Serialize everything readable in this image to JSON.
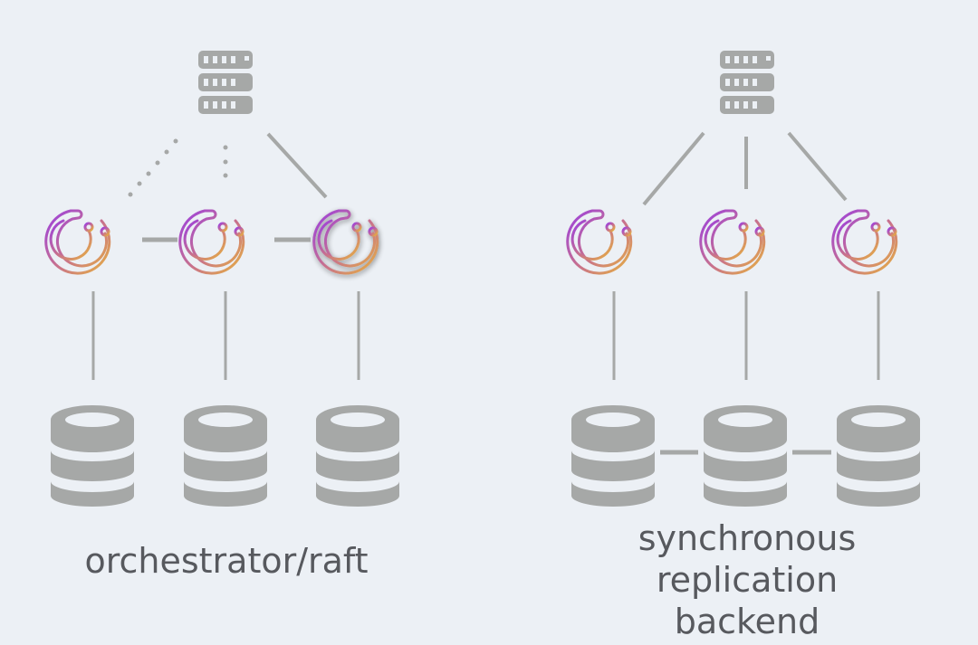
{
  "diagrams": [
    {
      "id": "left",
      "caption": "orchestrator/raft",
      "top_node": "server-rack",
      "app_nodes": [
        "orchestrator-1",
        "orchestrator-2",
        "orchestrator-3"
      ],
      "leader_node": "orchestrator-3",
      "databases": [
        "db-1",
        "db-2",
        "db-3"
      ],
      "links": {
        "server_to_nodes": [
          "dotted",
          "dotted",
          "solid"
        ],
        "between_nodes": "solid",
        "between_databases": "none"
      }
    },
    {
      "id": "right",
      "caption": "synchronous replication backend",
      "caption_lines": [
        "synchronous replication",
        "backend"
      ],
      "top_node": "server-rack",
      "app_nodes": [
        "orchestrator-1",
        "orchestrator-2",
        "orchestrator-3"
      ],
      "databases": [
        "db-1",
        "db-2",
        "db-3"
      ],
      "links": {
        "server_to_nodes": [
          "solid",
          "solid",
          "solid"
        ],
        "between_nodes": "none",
        "between_databases": "solid"
      }
    }
  ],
  "colors": {
    "background": "#ecf0f5",
    "icon_gray": "#a6a8a7",
    "text": "#57595e",
    "logo_gradient_start": "#9b3fe0",
    "logo_gradient_mid": "#c9738a",
    "logo_gradient_end": "#e7b33c"
  }
}
